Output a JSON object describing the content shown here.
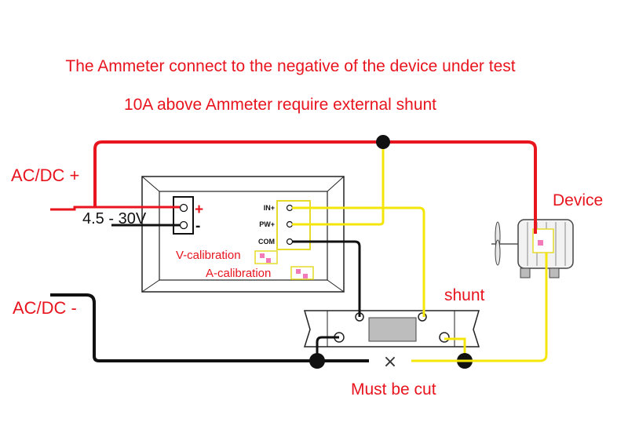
{
  "title": "The Ammeter connect to the negative of the device under test",
  "subtitle": "10A above Ammeter  require external shunt",
  "labels": {
    "acdc_plus": "AC/DC +",
    "acdc_minus": "AC/DC -",
    "voltage_range": "4.5 - 30V",
    "plus_sign": "+",
    "minus_sign": "-",
    "pin_in": "IN+",
    "pin_pw": "PW+",
    "pin_com": "COM",
    "v_calibration": "V-calibration",
    "a_calibration": "A-calibration",
    "device": "Device",
    "shunt": "shunt",
    "must_be_cut": "Must be cut",
    "cut_mark": "×"
  },
  "colors": {
    "red_wire": "#e8141e",
    "black_wire": "#111111",
    "yellow_wire": "#f5e60a",
    "label_red": "#e8141e"
  },
  "icons": [
    "motor-icon",
    "shunt-resistor-icon",
    "junction-dot-icon",
    "cut-mark-icon"
  ]
}
